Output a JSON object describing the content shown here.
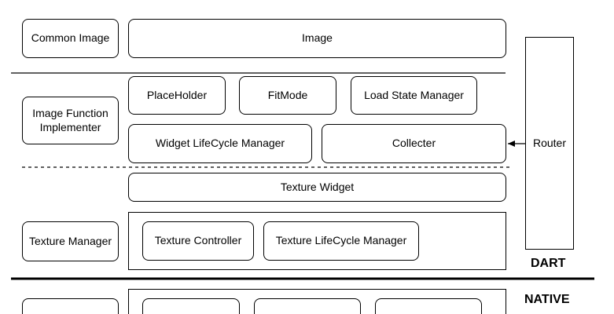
{
  "layers": {
    "common_image": "Common Image",
    "image_function_implementer": "Image Function Implementer",
    "texture_manager": "Texture Manager"
  },
  "components": {
    "image": "Image",
    "placeholder": "PlaceHolder",
    "fitmode": "FitMode",
    "load_state_manager": "Load State Manager",
    "widget_lifecycle_manager": "Widget LifeCycle Manager",
    "collecter": "Collecter",
    "texture_widget": "Texture Widget",
    "texture_controller": "Texture Controller",
    "texture_lifecycle_manager": "Texture LifeCycle Manager"
  },
  "router": "Router",
  "platform": {
    "dart": "DART",
    "native": "NATIVE"
  },
  "colors": {
    "stroke": "#000000",
    "background": "#ffffff"
  }
}
